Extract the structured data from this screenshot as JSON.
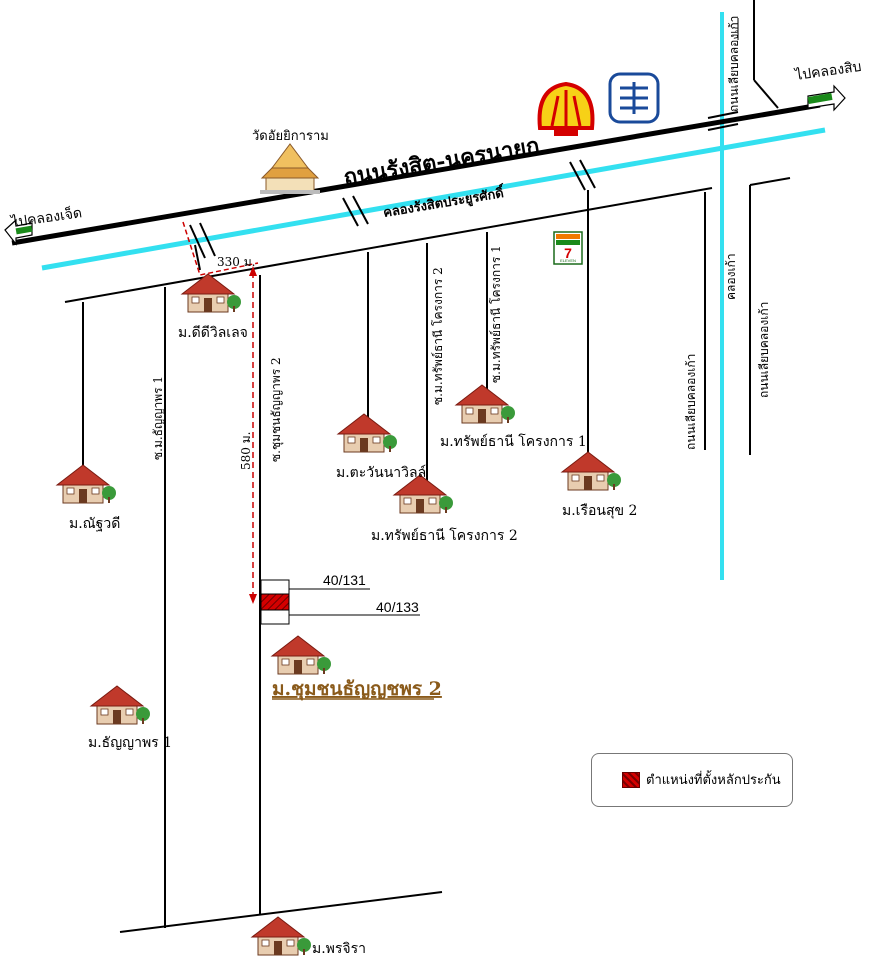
{
  "map": {
    "main_road": "ถนนรังสิต-นครนายก",
    "canal": "คลองรังสิตประยูรศักดิ์",
    "to_left": "ไปคลองเจ็ด",
    "to_right": "ไปคลองสิบ",
    "temple": "วัดอัยยิการาม",
    "klong_kao": "คลองเก้า",
    "road_along_klong_kao_top": "ถนนเลียบคลองเก้า",
    "road_along_klong_kao_left": "ถนนเลียบคลองเก้า",
    "road_along_klong_kao_right": "ถนนเลียบคลองเก้า",
    "dist_330": "330 ม.",
    "dist_580": "580 ม.",
    "soi_thanyaporn_1": "ซ.ม.ธัญญาพร 1",
    "soi_chumchon_2": "ซ.ชุมชนธัญญาพร 2",
    "soi_sap_2": "ซ.ม.ทรัพย์ธานี โครงการ 2",
    "soi_sap_1": "ซ.ม.ทรัพย์ธานี โครงการ 1",
    "village_dd": "ม.ดีดีวิลเลจ",
    "village_nawat": "ม.ณัฐวดี",
    "village_tawan": "ม.ตะวันนาวิลล์",
    "village_sap_1": "ม.ทรัพย์ธานี โครงการ 1",
    "village_sap_2": "ม.ทรัพย์ธานี โครงการ 2",
    "village_ruean": "ม.เรือนสุข 2",
    "village_chumchon": "ม.ชุมชนธัญญชพร 2",
    "village_thanyaporn_1": "ม.ธัญญาพร 1",
    "village_pornjira": "ม.พรจิรา",
    "plot_upper": "40/131",
    "plot_lower": "40/133",
    "seven_eleven": "ELEVEN"
  },
  "legend": {
    "label": "ตำแหน่งที่ตั้งหลักประกัน"
  },
  "colors": {
    "canal": "#33e0f0",
    "road": "#000000",
    "house_roof": "#c0392b",
    "plot": "#cc0000",
    "distance": "#cc0000",
    "arrow": "#1a8a1a"
  }
}
